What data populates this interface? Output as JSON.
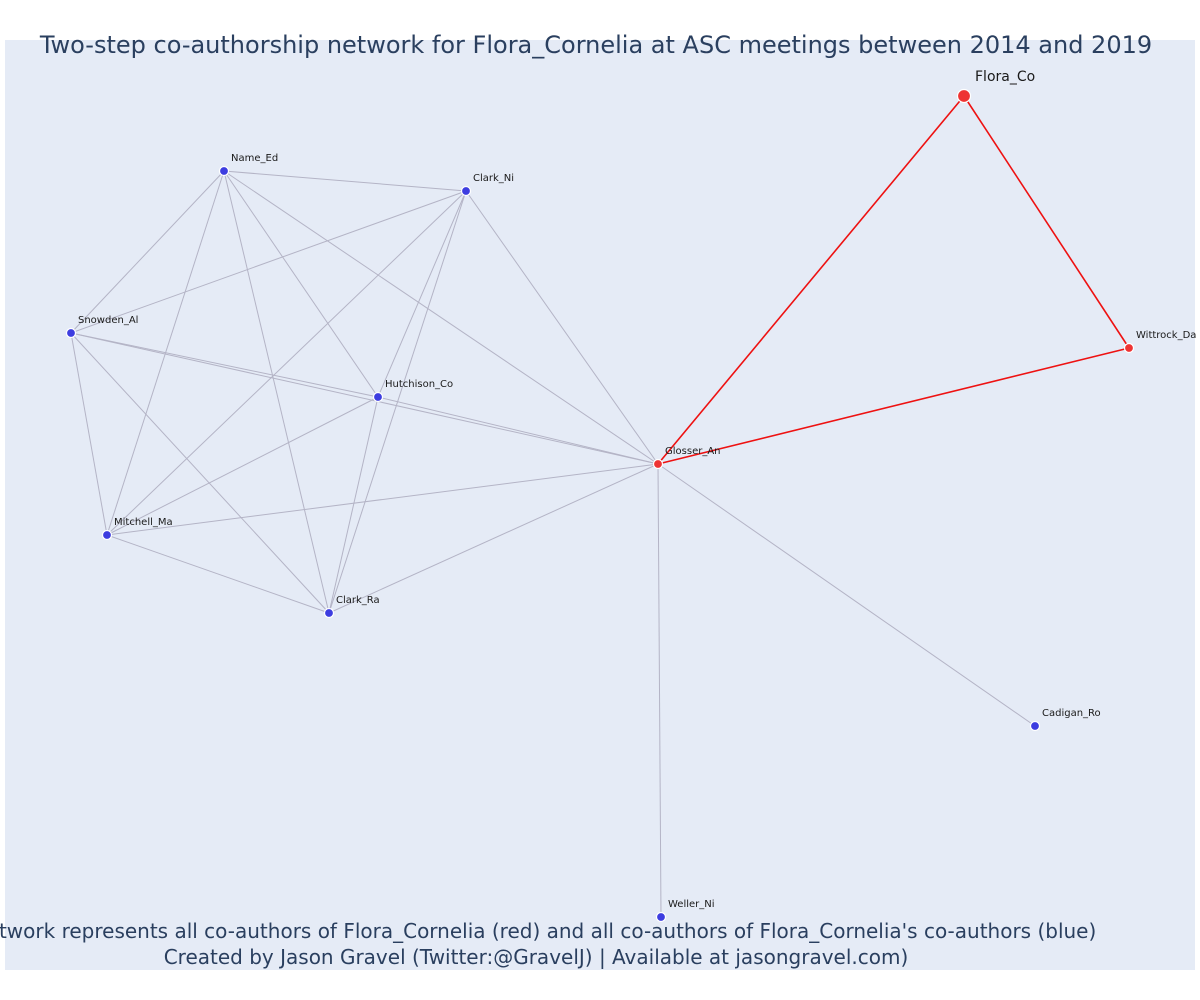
{
  "title": "Two-step co-authorship network for Flora_Cornelia at ASC meetings between 2014 and 2019",
  "caption": {
    "line1": "Network represents all co-authors of Flora_Cornelia (red) and all co-authors of Flora_Cornelia's co-authors (blue)",
    "line2": "Created by Jason Gravel (Twitter:@GravelJ) | Available at jasongravel.com)"
  },
  "colors": {
    "background": "#e5ebf6",
    "first_step": "#ee3333",
    "second_step": "#3d3de0",
    "edge_default": "#b4b4c6",
    "edge_ego": "#ee1111",
    "text": "#2a3f5f"
  },
  "nodes": [
    {
      "id": "Flora_Co",
      "label": "Flora_Co",
      "group": "ego"
    },
    {
      "id": "Wittrock_Da",
      "label": "Wittrock_Da",
      "group": "first_step"
    },
    {
      "id": "Glosser_An",
      "label": "Glosser_An",
      "group": "first_step"
    },
    {
      "id": "Name_Ed",
      "label": "Name_Ed",
      "group": "second_step"
    },
    {
      "id": "Clark_Ni",
      "label": "Clark_Ni",
      "group": "second_step"
    },
    {
      "id": "Snowden_Al",
      "label": "Snowden_Al",
      "group": "second_step"
    },
    {
      "id": "Hutchison_Co",
      "label": "Hutchison_Co",
      "group": "second_step"
    },
    {
      "id": "Mitchell_Ma",
      "label": "Mitchell_Ma",
      "group": "second_step"
    },
    {
      "id": "Clark_Ra",
      "label": "Clark_Ra",
      "group": "second_step"
    },
    {
      "id": "Cadigan_Ro",
      "label": "Cadigan_Ro",
      "group": "second_step"
    },
    {
      "id": "Weller_Ni",
      "label": "Weller_Ni",
      "group": "second_step"
    }
  ],
  "edges": [
    {
      "source": "Flora_Co",
      "target": "Glosser_An",
      "kind": "ego"
    },
    {
      "source": "Flora_Co",
      "target": "Wittrock_Da",
      "kind": "ego"
    },
    {
      "source": "Glosser_An",
      "target": "Wittrock_Da",
      "kind": "ego"
    },
    {
      "source": "Name_Ed",
      "target": "Clark_Ni",
      "kind": "default"
    },
    {
      "source": "Name_Ed",
      "target": "Snowden_Al",
      "kind": "default"
    },
    {
      "source": "Name_Ed",
      "target": "Hutchison_Co",
      "kind": "default"
    },
    {
      "source": "Name_Ed",
      "target": "Mitchell_Ma",
      "kind": "default"
    },
    {
      "source": "Name_Ed",
      "target": "Clark_Ra",
      "kind": "default"
    },
    {
      "source": "Name_Ed",
      "target": "Glosser_An",
      "kind": "default"
    },
    {
      "source": "Clark_Ni",
      "target": "Snowden_Al",
      "kind": "default"
    },
    {
      "source": "Clark_Ni",
      "target": "Hutchison_Co",
      "kind": "default"
    },
    {
      "source": "Clark_Ni",
      "target": "Mitchell_Ma",
      "kind": "default"
    },
    {
      "source": "Clark_Ni",
      "target": "Clark_Ra",
      "kind": "default"
    },
    {
      "source": "Clark_Ni",
      "target": "Glosser_An",
      "kind": "default"
    },
    {
      "source": "Snowden_Al",
      "target": "Hutchison_Co",
      "kind": "default"
    },
    {
      "source": "Snowden_Al",
      "target": "Mitchell_Ma",
      "kind": "default"
    },
    {
      "source": "Snowden_Al",
      "target": "Clark_Ra",
      "kind": "default"
    },
    {
      "source": "Snowden_Al",
      "target": "Glosser_An",
      "kind": "default"
    },
    {
      "source": "Hutchison_Co",
      "target": "Mitchell_Ma",
      "kind": "default"
    },
    {
      "source": "Hutchison_Co",
      "target": "Clark_Ra",
      "kind": "default"
    },
    {
      "source": "Hutchison_Co",
      "target": "Glosser_An",
      "kind": "default"
    },
    {
      "source": "Mitchell_Ma",
      "target": "Clark_Ra",
      "kind": "default"
    },
    {
      "source": "Mitchell_Ma",
      "target": "Glosser_An",
      "kind": "default"
    },
    {
      "source": "Clark_Ra",
      "target": "Glosser_An",
      "kind": "default"
    },
    {
      "source": "Glosser_An",
      "target": "Cadigan_Ro",
      "kind": "default"
    },
    {
      "source": "Glosser_An",
      "target": "Weller_Ni",
      "kind": "default"
    }
  ]
}
